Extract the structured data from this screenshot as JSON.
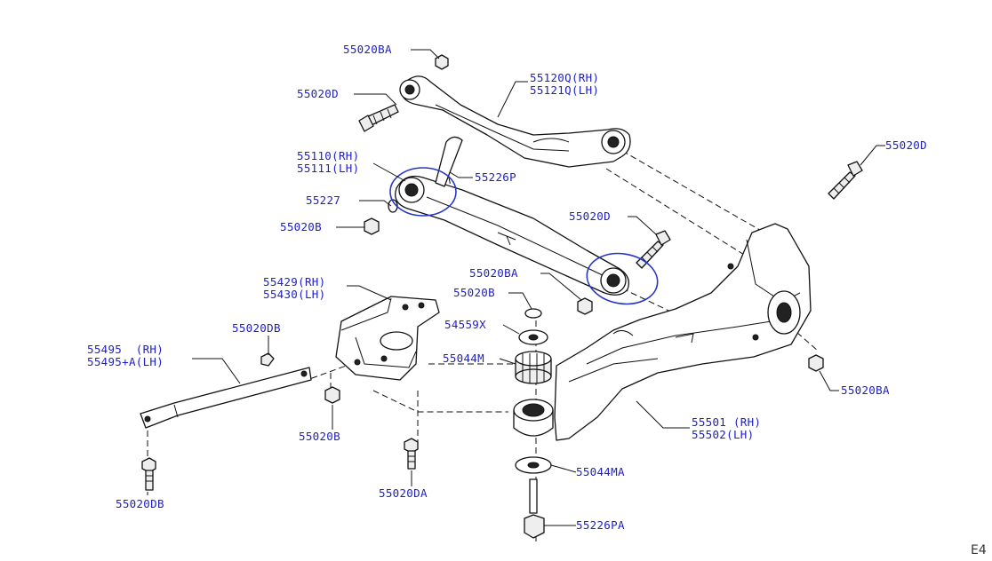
{
  "diagram": {
    "corner_code": "E4",
    "labels": {
      "bolt_nut_ba_top": "55020BA",
      "bolt_d_top": "55020D",
      "upper_link": [
        "55120Q(RH)",
        "55121Q(LH)"
      ],
      "lower_link": [
        "55110(RH)",
        "55111(LH)"
      ],
      "pin_p": "55226P",
      "bushing": "55227",
      "nut_b_left": "55020B",
      "bolt_d_right": "55020D",
      "bolt_d_mid": "55020D",
      "nut_ba_mid": "55020BA",
      "nut_b_mid": "55020B",
      "bracket": [
        "55429(RH)",
        "55430(LH)"
      ],
      "washer_x": "54559X",
      "mount_m": "55044M",
      "bolt_db_top": "55020DB",
      "strut": [
        "55495  (RH)",
        "55495+A(LH)"
      ],
      "nut_b_bottom": "55020B",
      "bolt_db_bottom": "55020DB",
      "bolt_da": "55020DA",
      "subframe": [
        "55501 (RH)",
        "55502(LH)"
      ],
      "nut_ba_right": "55020BA",
      "mount_ma": "55044MA",
      "pin_pa": "55226PA"
    },
    "colors": {
      "label": "#1d1dc9",
      "highlight": "#2436c8",
      "line": "#111111"
    }
  }
}
